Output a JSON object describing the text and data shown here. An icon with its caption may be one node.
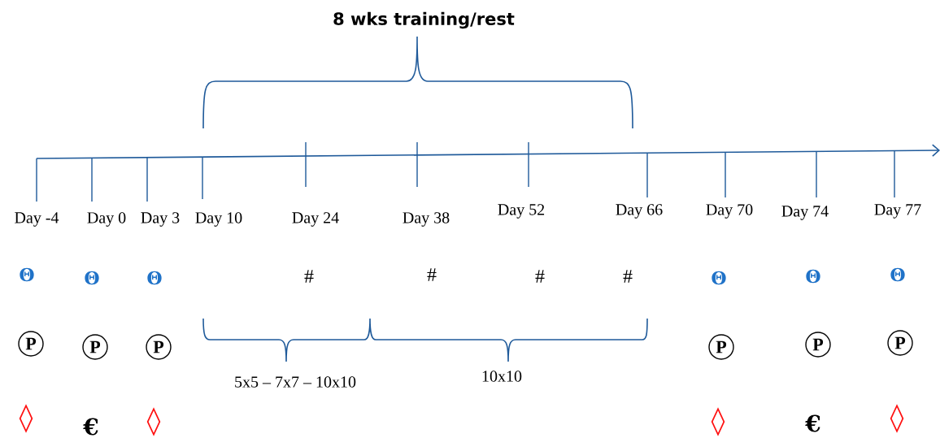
{
  "diagram": {
    "title": "8 wks training/rest",
    "labels": [
      "Day -4",
      "Day 0",
      "Day 3",
      "Day 10",
      "Day 24",
      "Day 38",
      "Day 52",
      "Day 66",
      "Day 70",
      "Day 74",
      "Day 77",
      "Θ",
      "Θ",
      "Θ",
      "#",
      "#",
      "#",
      "#",
      "Θ",
      "Θ",
      "Θ",
      "P",
      "P",
      "P",
      "P",
      "P",
      "P",
      "5x5 – 7x7 – 10x10",
      "10x10",
      "◊",
      "€",
      "◊",
      "◊",
      "€",
      "◊"
    ]
  }
}
